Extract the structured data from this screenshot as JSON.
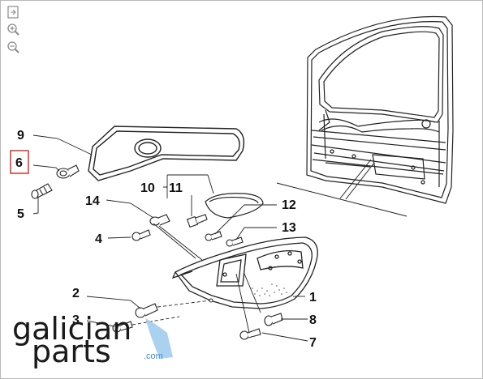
{
  "toolbar": {
    "icons": [
      "fit-page-icon",
      "zoom-in-icon",
      "zoom-out-icon"
    ]
  },
  "callouts": {
    "n9": "9",
    "n6": "6",
    "n5": "5",
    "n14": "14",
    "n4": "4",
    "n10": "10",
    "n11": "11",
    "n12": "12",
    "n13": "13",
    "n1": "1",
    "n2": "2",
    "n3": "3",
    "n8": "8",
    "n7": "7"
  },
  "highlighted_callout": "6",
  "colors": {
    "highlight_box": "#d9342b",
    "logo_text": "#1a1a1a",
    "logo_accent": "#3b8ed8",
    "frame_border": "#b9b9b9"
  },
  "watermark": {
    "line1": "galician",
    "line2": "parts",
    "suffix": ".com"
  }
}
